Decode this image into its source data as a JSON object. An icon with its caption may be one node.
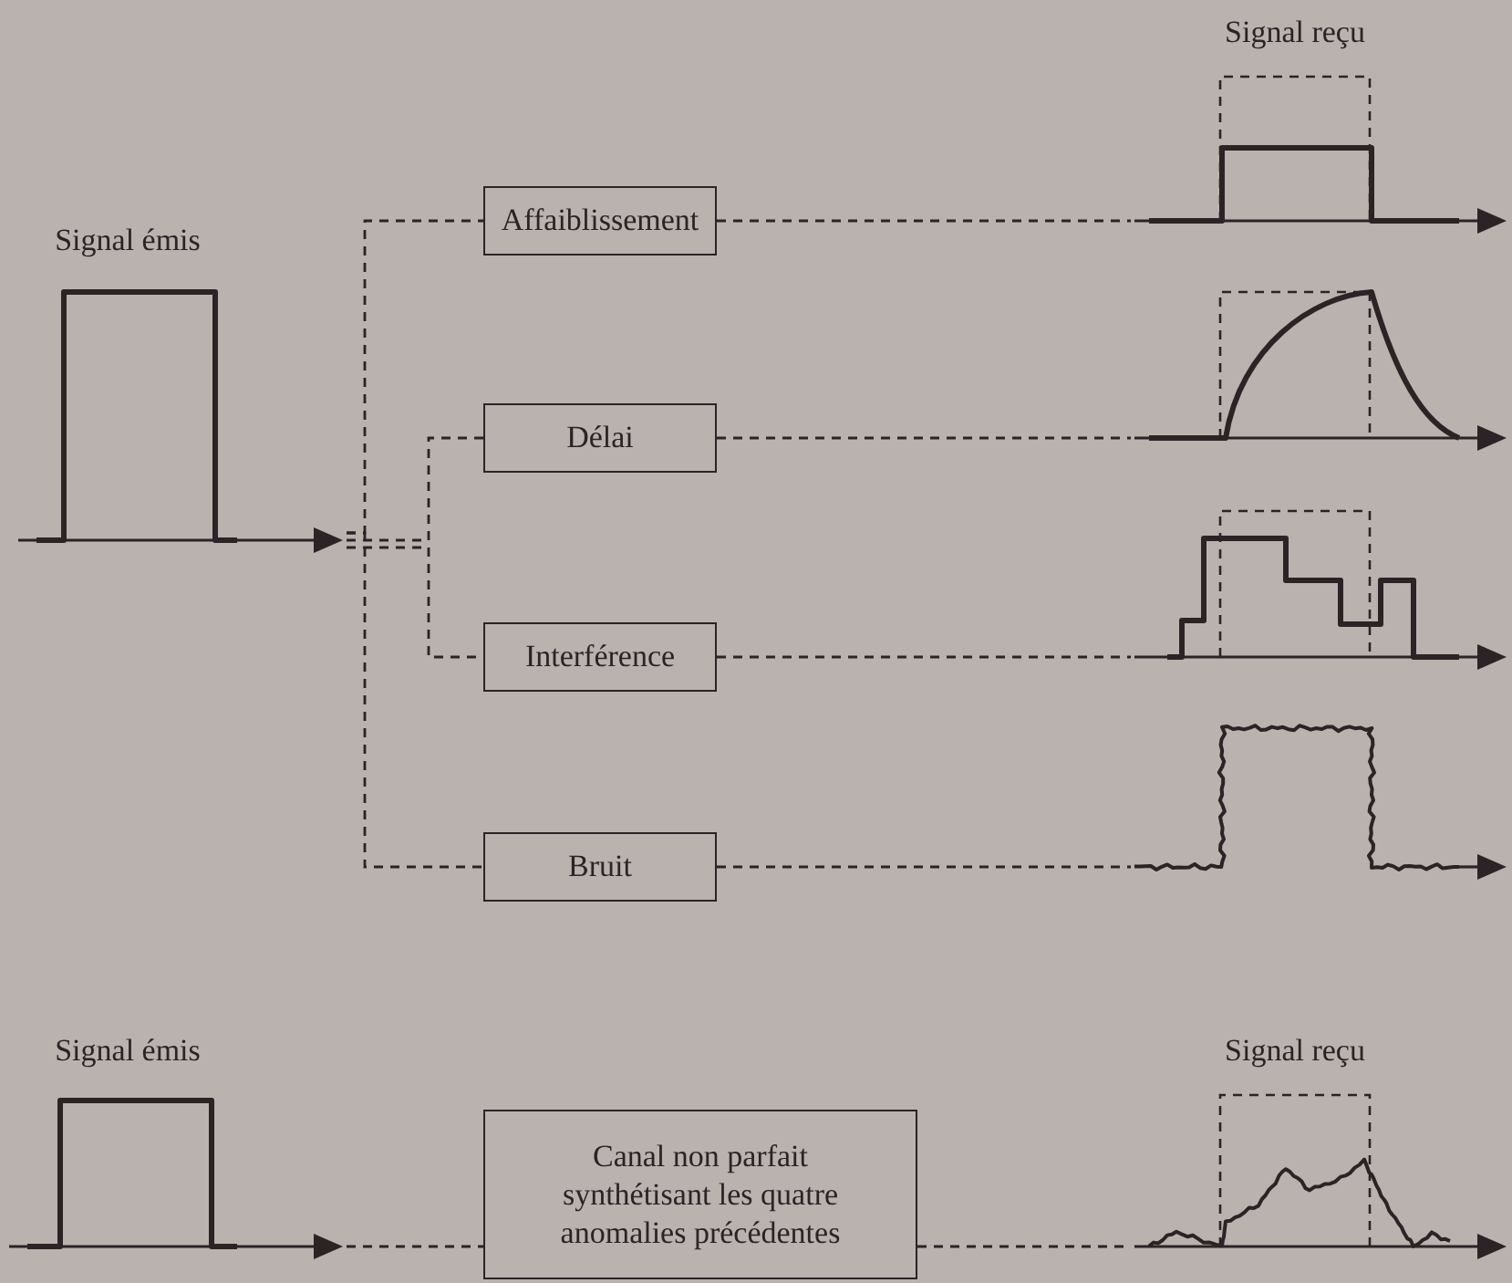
{
  "diagram": {
    "nodes": [
      {
        "text": [],
        "shape": "picture",
        "beside": [
          "Signal émis"
        ]
      },
      {
        "text": [
          "Affaiblissement"
        ]
      },
      {
        "text": [
          "Délai"
        ]
      },
      {
        "text": [
          "Interférence"
        ]
      },
      {
        "text": [
          "Bruit"
        ]
      },
      {
        "text": [],
        "shape": "picture",
        "beside": [
          "Signal reçu"
        ]
      },
      {
        "text": [],
        "shape": "picture"
      },
      {
        "text": [],
        "shape": "picture"
      },
      {
        "text": [],
        "shape": "picture"
      },
      {
        "text": [],
        "shape": "picture",
        "beside": [
          "Signal émis"
        ]
      },
      {
        "text": [
          "Canal non parfait synthétisant les quatre anomalies précédentes"
        ]
      },
      {
        "text": [],
        "shape": "picture",
        "beside": [
          "Signal reçu"
        ]
      }
    ],
    "edges": [
      {
        "from": 0,
        "to": 1,
        "arrow": "none",
        "style": "dashed"
      },
      {
        "from": 0,
        "to": 2,
        "arrow": "none",
        "style": "dashed"
      },
      {
        "from": 0,
        "to": 3,
        "arrow": "none",
        "style": "dashed"
      },
      {
        "from": 0,
        "to": 4,
        "arrow": "none",
        "style": "dashed"
      },
      {
        "from": 1,
        "to": 5,
        "arrow": "none",
        "style": "dashed"
      },
      {
        "from": 2,
        "to": 6,
        "arrow": "none",
        "style": "dashed"
      },
      {
        "from": 3,
        "to": 7,
        "arrow": "none",
        "style": "dashed"
      },
      {
        "from": 4,
        "to": 8,
        "arrow": "none",
        "style": "dashed"
      },
      {
        "from": 9,
        "to": 10,
        "arrow": "none",
        "style": "dashed"
      },
      {
        "from": 10,
        "to": 11,
        "arrow": "none",
        "style": "dashed"
      }
    ]
  }
}
